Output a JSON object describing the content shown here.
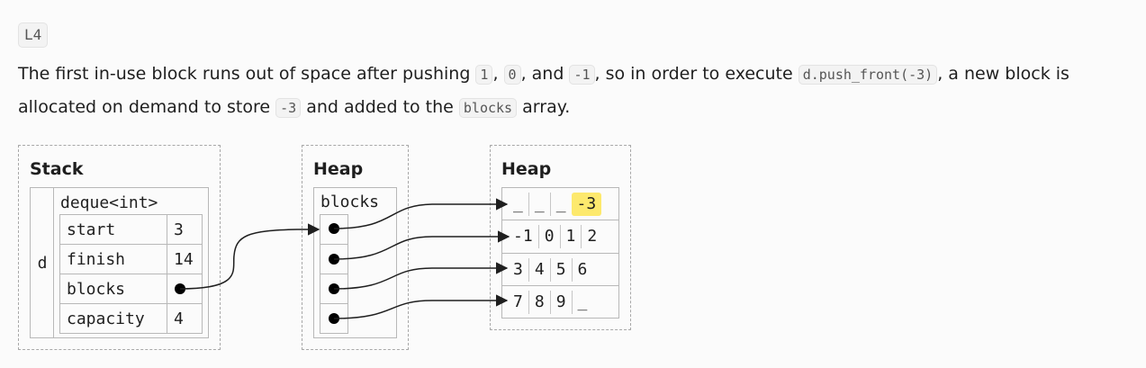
{
  "step_label": "L4",
  "paragraph": {
    "t1": "The first in-use block runs out of space after pushing ",
    "c1": "1",
    "t2": ", ",
    "c2": "0",
    "t3": ", and ",
    "c3": "-1",
    "t4": ", so in order to execute ",
    "c4": "d.push_front(-3)",
    "t5": ", a new block is allocated on demand to store ",
    "c5": "-3",
    "t6": " and added to the ",
    "c6": "blocks",
    "t7": " array."
  },
  "stack": {
    "title": "Stack",
    "var_name": "d",
    "type_name": "deque<int>",
    "fields": [
      {
        "name": "start",
        "value": "3"
      },
      {
        "name": "finish",
        "value": "14"
      },
      {
        "name": "blocks",
        "value": ""
      },
      {
        "name": "capacity",
        "value": "4"
      }
    ]
  },
  "heap_blocks": {
    "title": "Heap",
    "label": "blocks"
  },
  "heap_data": {
    "title": "Heap",
    "rows": [
      [
        "_",
        "_",
        "_",
        "-3"
      ],
      [
        "-1",
        "0",
        "1",
        "2"
      ],
      [
        "3",
        "4",
        "5",
        "6"
      ],
      [
        "7",
        "8",
        "9",
        "_"
      ]
    ],
    "highlight": {
      "row": 0,
      "col": 3,
      "color": "#fde96d"
    }
  }
}
